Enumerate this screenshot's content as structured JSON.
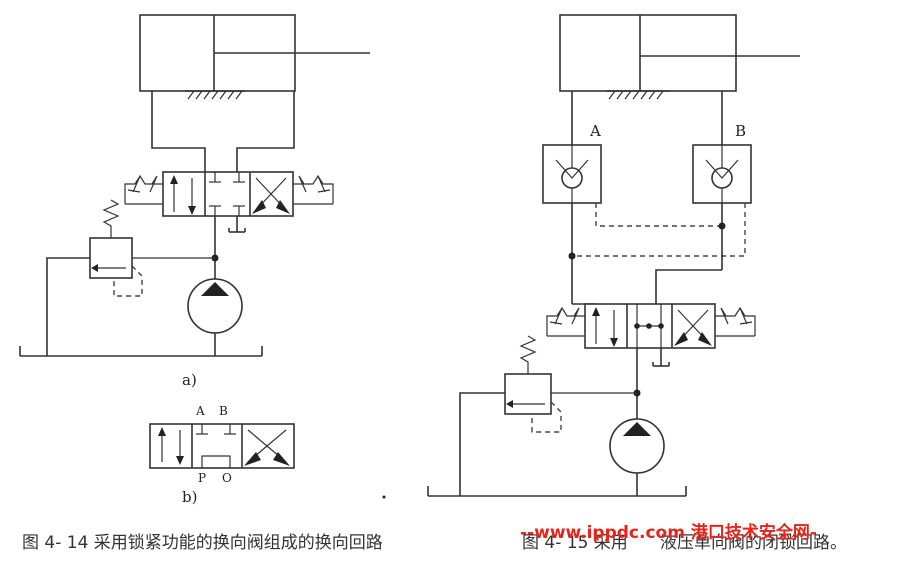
{
  "labels": {
    "sub_a": "a)",
    "sub_b": "b)",
    "port_a": "A",
    "port_b": "B",
    "port_p": "P",
    "port_o": "O",
    "right_a": "A",
    "right_b": "B"
  },
  "caption": {
    "left": "图 4- 14   采用锁紧功能的换向阀组成的换向回路",
    "right_prefix": "图 4- 15   采用",
    "right_suffix": "液压单向阀的闭锁回路。"
  },
  "watermark": "--www.ippdc.com 港口技术安全网-",
  "colors": {
    "line": "#333333",
    "watermark": "#e8231a"
  }
}
